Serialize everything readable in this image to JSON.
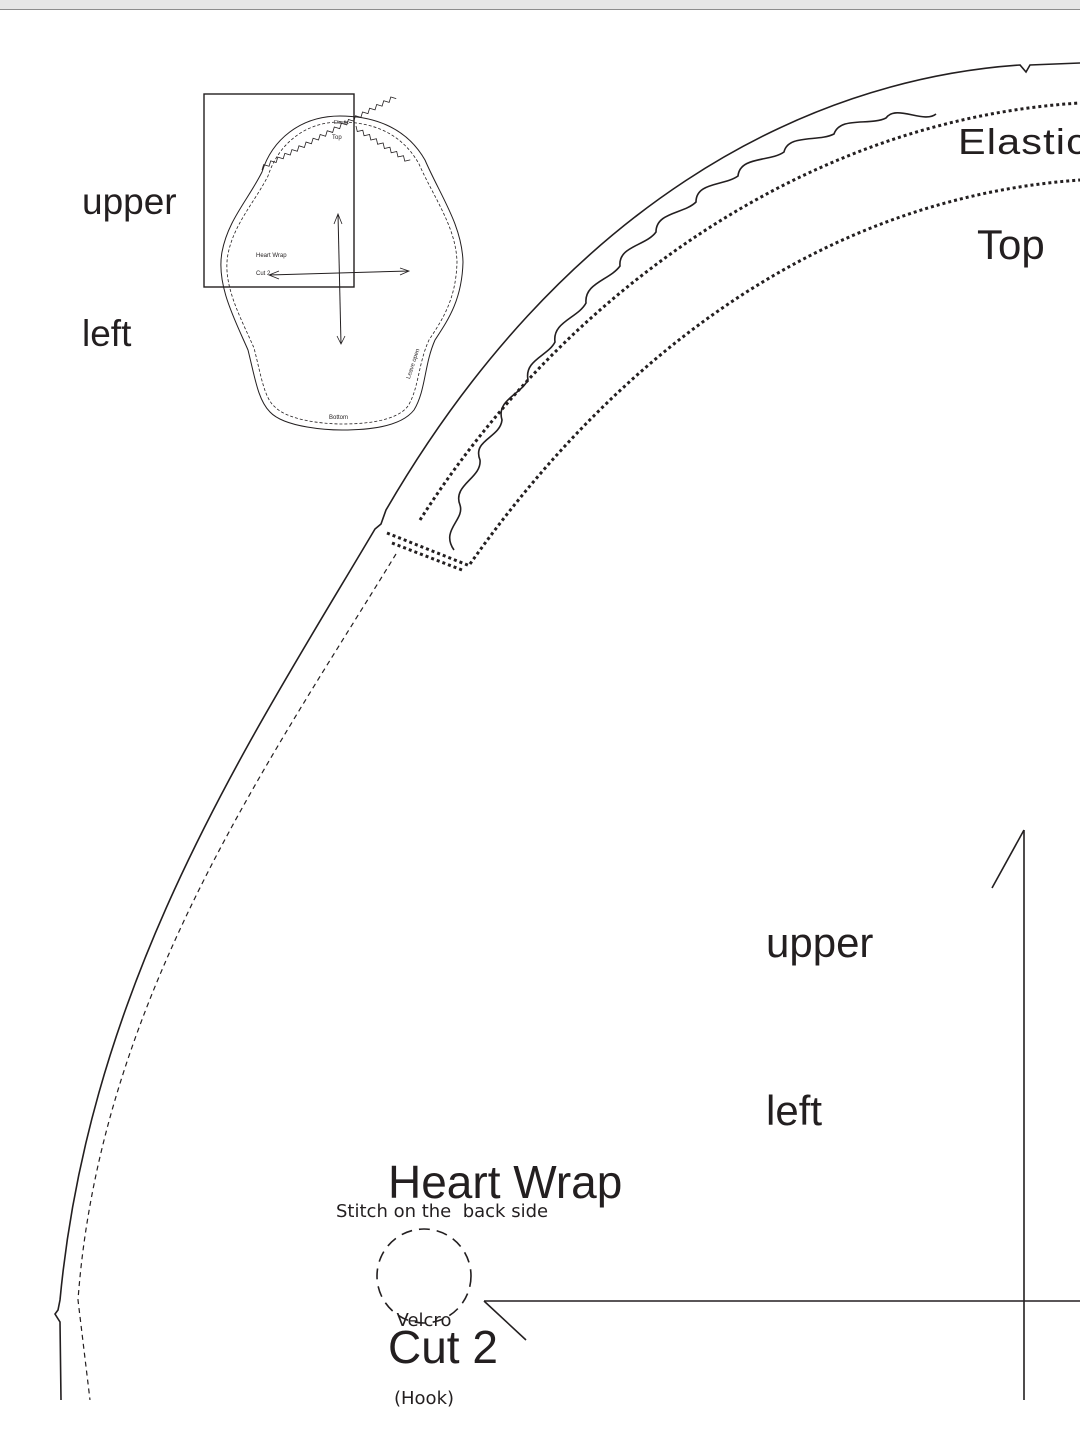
{
  "inset": {
    "label_line1": "upper",
    "label_line2": "left",
    "mini_top": "Top",
    "mini_elastic": "Elastic",
    "mini_title_line1": "Heart Wrap",
    "mini_title_line2": "Cut 2",
    "mini_leave_open": "Leave open",
    "mini_bottom": "Bottom"
  },
  "pattern": {
    "elastic_label": "Elastic",
    "top_label": "Top",
    "corner_label_line1": "upper",
    "corner_label_line2": "left",
    "title_line1": "Heart Wrap",
    "title_line2": "Cut 2",
    "stitch_note": "Stitch on the  back side",
    "velcro_line1": "Velcro",
    "velcro_line2": "(Hook)"
  },
  "colors": {
    "ink": "#231f20",
    "paper": "#ffffff",
    "topbar": "#e6e6e6"
  }
}
